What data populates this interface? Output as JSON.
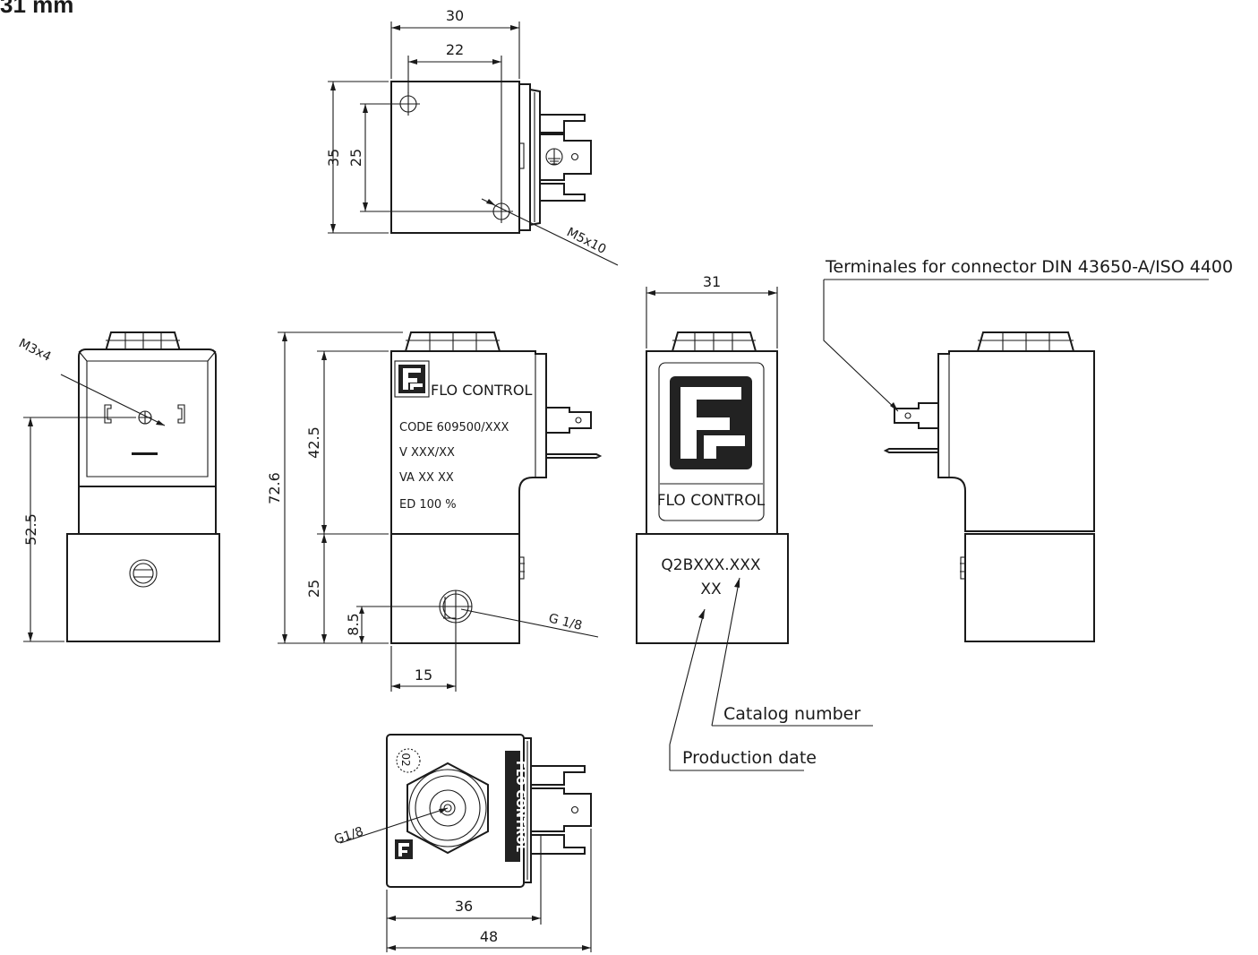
{
  "title": "31 mm",
  "dimensions": {
    "top_width": "30",
    "top_hole_spacing": "22",
    "top_height": "35",
    "top_hole_vertical": "25",
    "top_thread": "M5x10",
    "left_thread": "M3x4",
    "left_height": "52.5",
    "front_total_height": "72.6",
    "front_coil_height": "42.5",
    "front_body_height": "25",
    "front_port_height": "8.5",
    "front_port_offset": "15",
    "front_port": "G 1/8",
    "side_width": "31",
    "bottom_port": "G1/8",
    "bottom_inner_width": "36",
    "bottom_outer_width": "48"
  },
  "labels": {
    "brand": "FLO CONTROL",
    "code": "CODE 609500/XXX",
    "voltage": "V  XXX/XX",
    "power": "VA  XX  XX",
    "duty": "ED  100 %",
    "catalog_code": "Q2BXXX.XXX",
    "date_code": "XX",
    "dial": "02"
  },
  "callouts": {
    "terminals": "Terminales for connector DIN 43650-A/ISO 4400",
    "catalog": "Catalog number",
    "production": "Production date"
  }
}
